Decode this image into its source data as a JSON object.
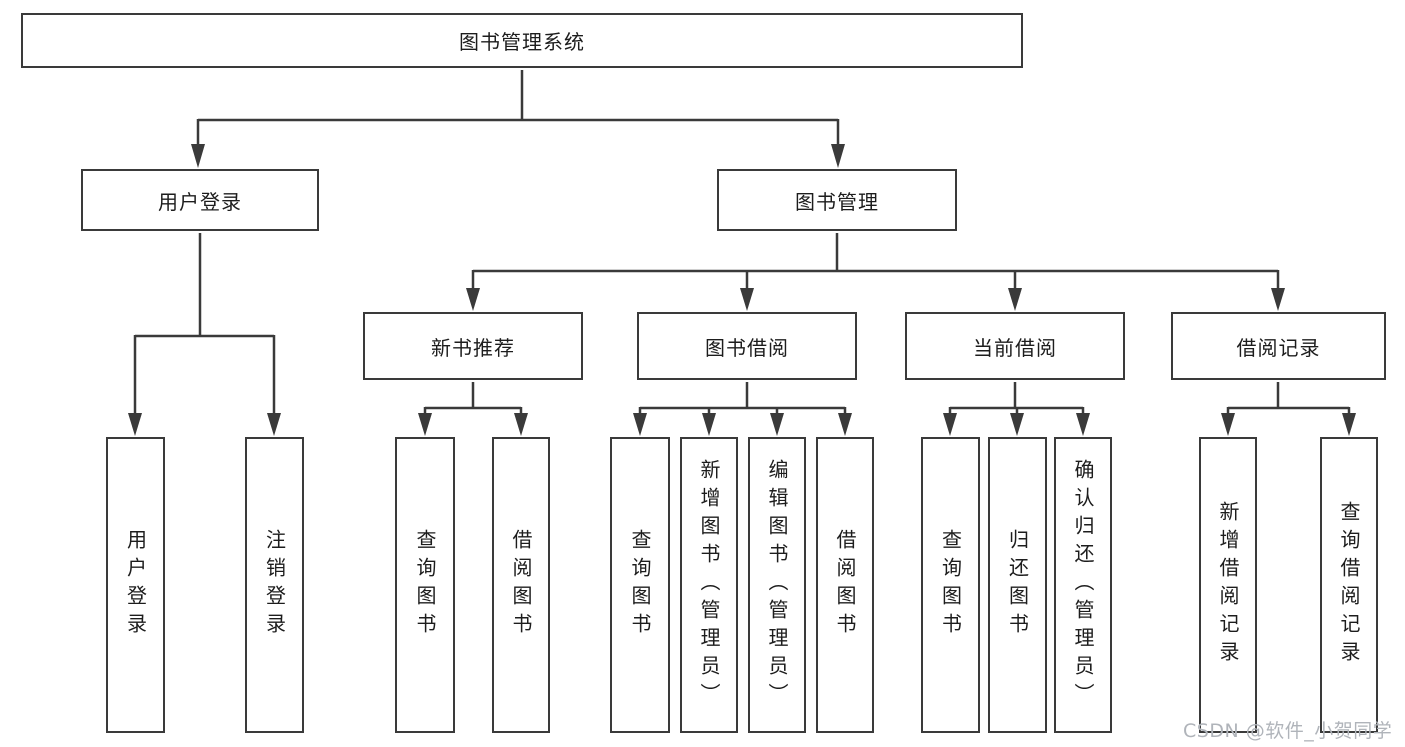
{
  "diagram": {
    "root": "图书管理系统",
    "branches": [
      {
        "label": "用户登录",
        "children": [
          "用户登录",
          "注销登录"
        ]
      },
      {
        "label": "图书管理",
        "groups": [
          {
            "label": "新书推荐",
            "children": [
              "查询图书",
              "借阅图书"
            ]
          },
          {
            "label": "图书借阅",
            "children": [
              "查询图书",
              "新增图书（管理员）",
              "编辑图书（管理员）",
              "借阅图书"
            ]
          },
          {
            "label": "当前借阅",
            "children": [
              "查询图书",
              "归还图书",
              "确认归还（管理员）"
            ]
          },
          {
            "label": "借阅记录",
            "children": [
              "新增借阅记录",
              "查询借阅记录"
            ]
          }
        ]
      }
    ]
  },
  "watermark": "CSDN @软件_小贺同学",
  "colors": {
    "line": "#3a3a3a",
    "text": "#1d1d1d",
    "box_bg": "#ffffff",
    "watermark": "#b0b4ba",
    "background": "#ffffff"
  }
}
